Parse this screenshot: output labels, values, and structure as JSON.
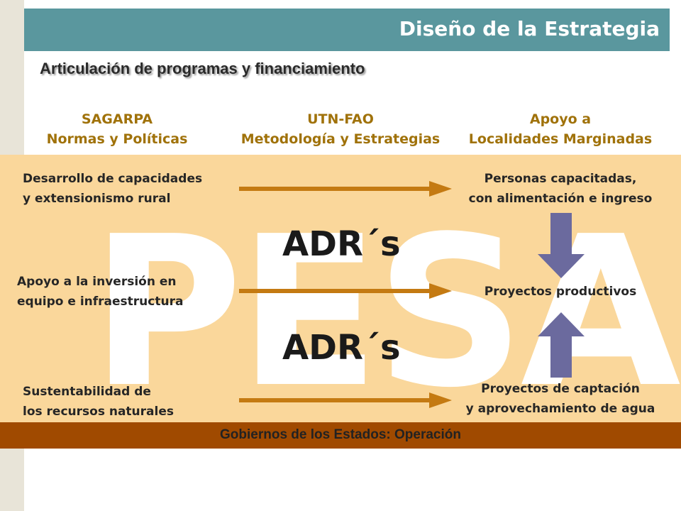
{
  "header": {
    "title": "Diseño de la Estrategia"
  },
  "subtitle": "Articulación de programas y financiamiento",
  "columns": [
    {
      "line1": "SAGARPA",
      "line2": "Normas y Políticas"
    },
    {
      "line1": "UTN-FAO",
      "line2": "Metodología y Estrategias"
    },
    {
      "line1": "Apoyo a",
      "line2": "Localidades Marginadas"
    }
  ],
  "watermark": "PESA",
  "adr_label": "ADR´s",
  "rows": [
    {
      "left_line1": "Desarrollo de capacidades",
      "left_line2": "y extensionismo rural",
      "right_line1": "Personas capacitadas,",
      "right_line2": "con  alimentación e ingreso"
    },
    {
      "left_line1": "Apoyo a la inversión en",
      "left_line2": "equipo e infraestructura",
      "right_line1": "Proyectos  productivos",
      "right_line2": ""
    },
    {
      "left_line1": "Sustentabilidad de",
      "left_line2": "los recursos naturales",
      "right_line1": "Proyectos de captación",
      "right_line2": "y aprovechamiento de agua"
    }
  ],
  "footer": "Gobiernos de los Estados: Operación",
  "colors": {
    "header": "#5a979e",
    "panel": "#fad79b",
    "arrow": "#c47a12",
    "vertical_arrow": "#6b6a9e",
    "footer": "#a04a00"
  }
}
